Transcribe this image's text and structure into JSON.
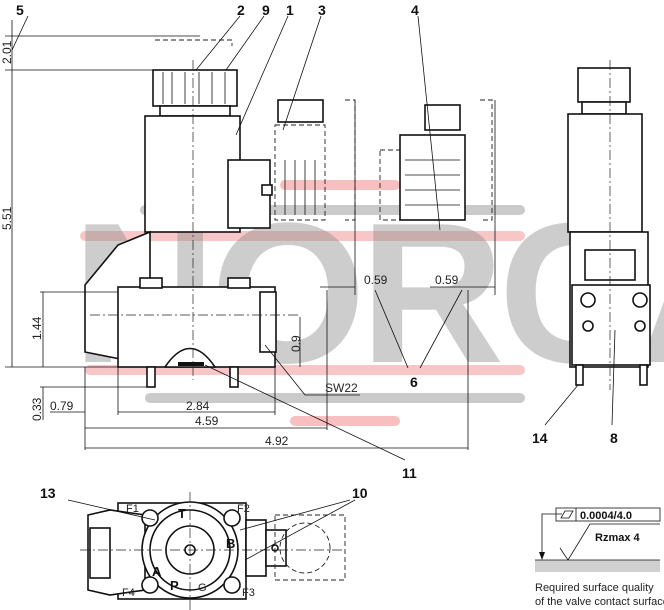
{
  "drawing": {
    "callouts": {
      "c5": "5",
      "c2": "2",
      "c9": "9",
      "c1": "1",
      "c3": "3",
      "c4": "4",
      "c6": "6",
      "c14": "14",
      "c8": "8",
      "c11": "11",
      "c13": "13",
      "c10": "10"
    },
    "dimensions": {
      "d201": "2.01",
      "d551": "5.51",
      "d144": "1.44",
      "d09": "0.9",
      "d033": "0.33",
      "d079": "0.79",
      "d284": "2.84",
      "d459": "4.59",
      "d492": "4.92",
      "d059a": "0.59",
      "d059b": "0.59",
      "sw22": "SW22"
    },
    "port_labels": {
      "T": "T",
      "B": "B",
      "A": "A",
      "P": "P",
      "G": "G",
      "F1": "F1",
      "F2": "F2",
      "F3": "F3",
      "F4": "F4"
    },
    "surface_spec": {
      "flatness": "0.0004/4.0",
      "roughness": "Rzmax  4",
      "caption_line1": "Required surface quality",
      "caption_line2": "of the valve contact surface"
    }
  },
  "watermark": {
    "text": "NORCAN",
    "accent_color": "#f08080",
    "gray_color": "#8a8a8a"
  }
}
